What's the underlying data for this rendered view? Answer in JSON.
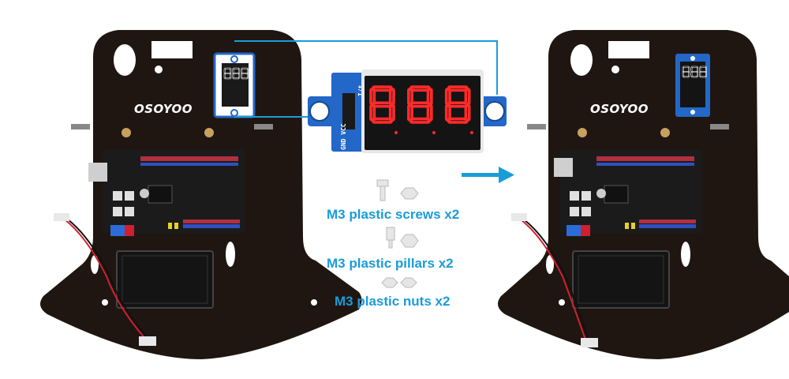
{
  "colors": {
    "accent": "#1a9cd8",
    "chassis": "#1f1612",
    "pcb": "#1b1b1b",
    "led": "#ff2a2a",
    "module": "#2367c8"
  },
  "chassis_left": {
    "brand": "OSOYOO"
  },
  "chassis_right": {
    "brand": "OSOYOO"
  },
  "module": {
    "pins": "GND VCC",
    "pin_code": "I/t"
  },
  "labels": {
    "screws": "M3 plastic screws x2",
    "pillars": "M3 plastic pillars x2",
    "nuts": "M3 plastic nuts x2"
  }
}
